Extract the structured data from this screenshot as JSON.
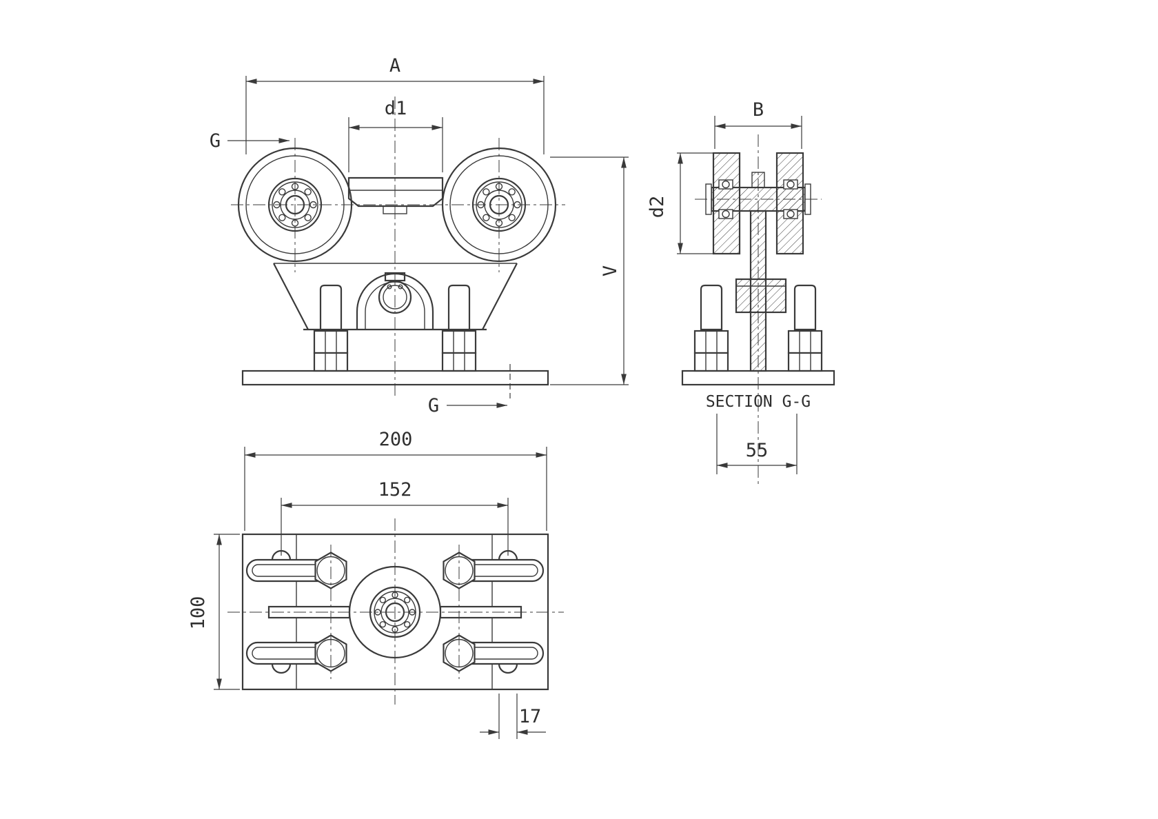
{
  "colors": {
    "background": "#ffffff",
    "line": "#3a3a3a",
    "text": "#2f2f2f"
  },
  "front_view": {
    "dim_overall_width": "A",
    "dim_rail_opening": "d1",
    "dim_overall_height": "V",
    "section_mark_top": "G",
    "section_mark_bottom": "G"
  },
  "section_view": {
    "title": "SECTION G-G",
    "dim_width": "B",
    "dim_wheel_diameter": "d2",
    "dim_offset": "55"
  },
  "top_view": {
    "dim_plate_length": "200",
    "dim_hole_spacing": "152",
    "dim_plate_width": "100",
    "dim_pin_diameter": "17"
  }
}
